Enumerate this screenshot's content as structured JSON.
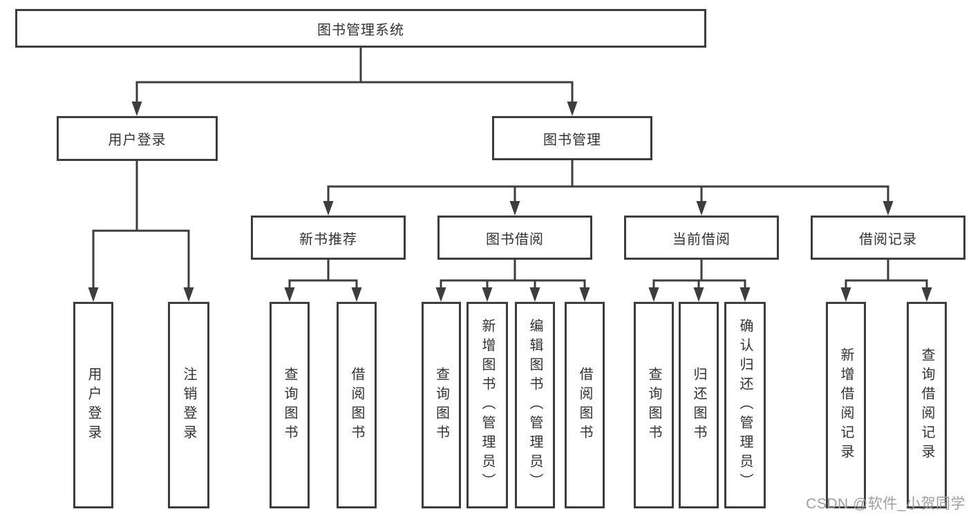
{
  "diagram": {
    "root": {
      "label": "图书管理系统"
    },
    "level2": [
      {
        "label": "用户登录"
      },
      {
        "label": "图书管理"
      }
    ],
    "level3": [
      {
        "label": "新书推荐"
      },
      {
        "label": "图书借阅"
      },
      {
        "label": "当前借阅"
      },
      {
        "label": "借阅记录"
      }
    ],
    "leaves": [
      {
        "label": "用户登录"
      },
      {
        "label": "注销登录"
      },
      {
        "label": "查询图书"
      },
      {
        "label": "借阅图书"
      },
      {
        "label": "查询图书"
      },
      {
        "label": "新增图书（管理员）"
      },
      {
        "label": "编辑图书（管理员）"
      },
      {
        "label": "借阅图书"
      },
      {
        "label": "查询图书"
      },
      {
        "label": "归还图书"
      },
      {
        "label": "确认归还（管理员）"
      },
      {
        "label": "新增借阅记录"
      },
      {
        "label": "查询借阅记录"
      }
    ]
  },
  "watermark": {
    "text": "CSDN @软件_小贺同学"
  },
  "colors": {
    "line": "#3d3d3d",
    "box_border": "#3d3d3d",
    "text": "#323232",
    "watermark": "#9e9e9e",
    "background": "#ffffff"
  }
}
